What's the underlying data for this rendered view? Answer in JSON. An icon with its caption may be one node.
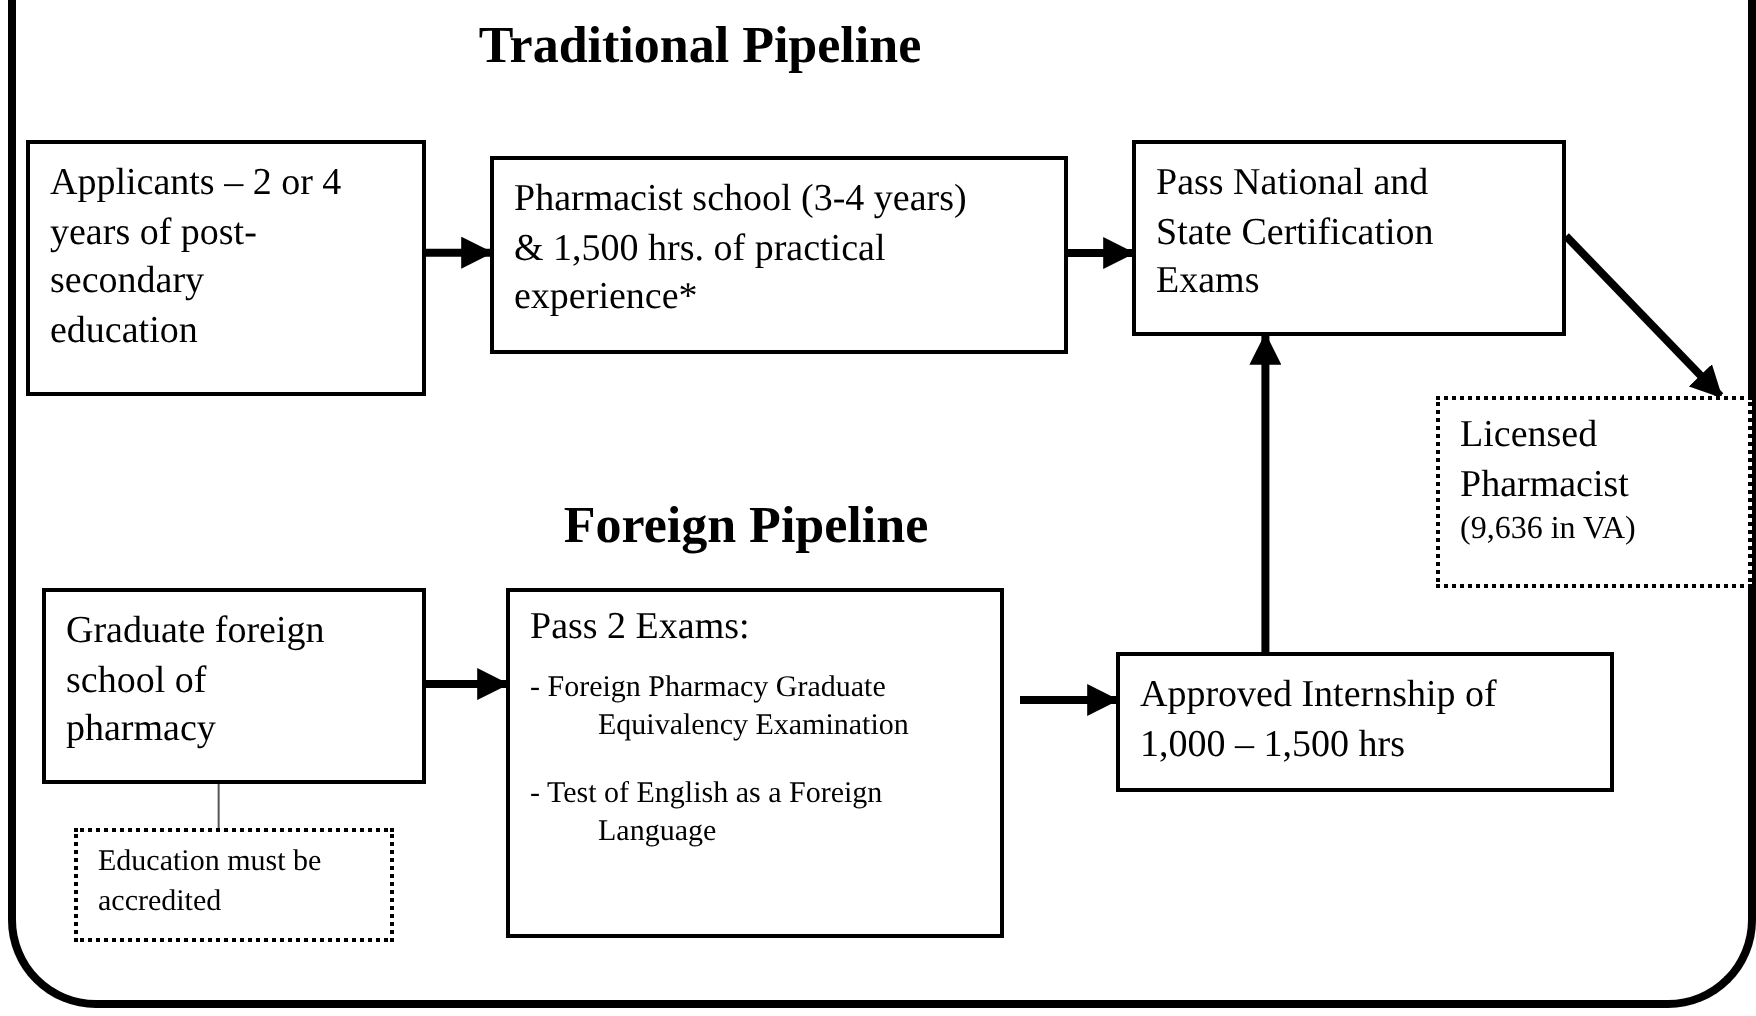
{
  "diagram": {
    "nodes": [
      {
        "text": [
          "Applicants – 2 or 4 years of post-secondary education"
        ]
      },
      {
        "text": [
          "Pharmacist school (3-4 years) & 1,500 hrs. of practical experience*"
        ]
      },
      {
        "text": [
          "Pass National and State Certification Exams"
        ]
      },
      {
        "text": [
          "Licensed Pharmacist",
          "(9,636 in VA)"
        ]
      },
      {
        "text": [
          "Graduate foreign school of pharmacy"
        ]
      },
      {
        "text": [
          "Pass 2 Exams:",
          "- Foreign Pharmacy Graduate Equivalency Examination",
          "- Test of English as a Foreign Language"
        ]
      },
      {
        "text": [
          "Approved Internship of 1,000 – 1,500 hrs"
        ]
      },
      {
        "text": [
          "Education must be accredited"
        ]
      }
    ],
    "edges": [
      {
        "from": 0,
        "to": 1,
        "arrow": "to"
      },
      {
        "from": 1,
        "to": 2,
        "arrow": "to"
      },
      {
        "from": 2,
        "to": 3,
        "arrow": "to"
      },
      {
        "from": 4,
        "to": 5,
        "arrow": "to"
      },
      {
        "from": 5,
        "to": 6,
        "arrow": "to"
      },
      {
        "from": 6,
        "to": 2,
        "arrow": "to"
      },
      {
        "from": 4,
        "to": 7,
        "arrow": "none",
        "color": "#555555"
      }
    ],
    "labels": [
      "Traditional Pipeline",
      "Foreign Pipeline"
    ]
  }
}
